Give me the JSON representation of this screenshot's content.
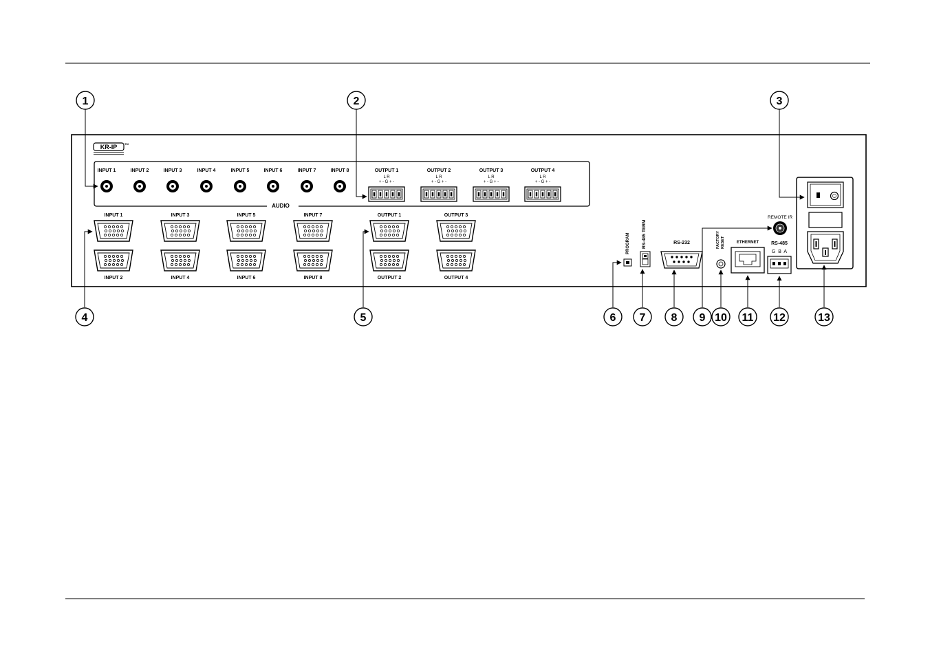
{
  "brand": {
    "logo_text": "KR-IP",
    "tm": "TM"
  },
  "audio": {
    "group_label": "AUDIO",
    "inputs": [
      "INPUT 1",
      "INPUT 2",
      "INPUT 3",
      "INPUT 4",
      "INPUT 5",
      "INPUT 6",
      "INPUT 7",
      "INPUT 8"
    ],
    "outputs": [
      "OUTPUT 1",
      "OUTPUT 2",
      "OUTPUT 3",
      "OUTPUT 4"
    ],
    "pin_top": "L      R",
    "pin_bottom": "+ -  G  + -"
  },
  "video": {
    "inputs_top": [
      "INPUT 1",
      "INPUT 3",
      "INPUT 5",
      "INPUT 7"
    ],
    "inputs_bottom": [
      "INPUT 2",
      "INPUT 4",
      "INPUT 6",
      "INPUT 8"
    ],
    "outputs_top": [
      "OUTPUT 1",
      "OUTPUT 3"
    ],
    "outputs_bottom": [
      "OUTPUT 2",
      "OUTPUT 4"
    ]
  },
  "controls": {
    "program": "PROGRAM",
    "rs485_term": "RS-485 TERM",
    "rs232": "RS-232",
    "factory_reset_1": "FACTORY",
    "factory_reset_2": "RESET",
    "ethernet": "ETHERNET",
    "remote_ir": "REMOTE IR",
    "rs485": "RS-485",
    "rs485_pins": "G  B  A"
  },
  "callouts": [
    "1",
    "2",
    "3",
    "4",
    "5",
    "6",
    "7",
    "8",
    "9",
    "10",
    "11",
    "12",
    "13"
  ]
}
